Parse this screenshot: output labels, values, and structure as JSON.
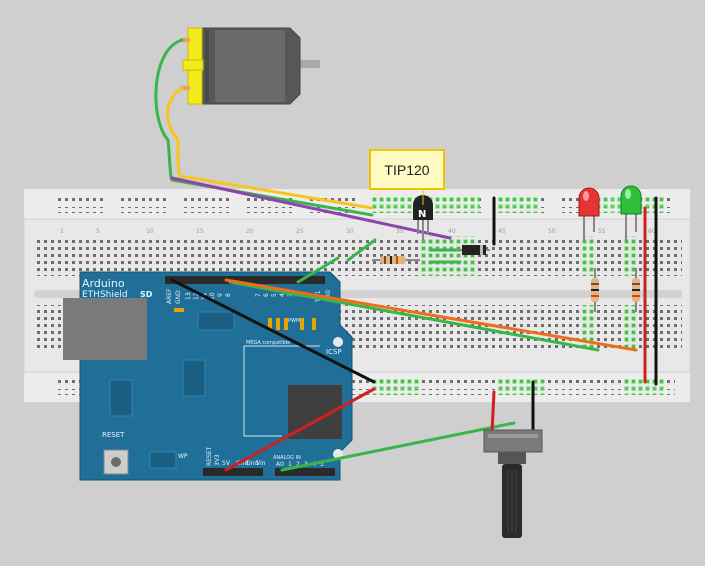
{
  "transistor_callout": "TIP120",
  "transistor_mark": "N",
  "arduino": {
    "brand": "Arduino",
    "model": "ETHShield",
    "sd": "SD",
    "mega": "MEGA compatible",
    "icsp": "ICSP",
    "reset": "RESET",
    "wp": "WP",
    "top_pins": [
      "AREF",
      "GND",
      "13",
      "12",
      "11",
      "10",
      "9",
      "8",
      "7",
      "6",
      "5",
      "4",
      "3",
      "2",
      "TX1",
      "RX0"
    ],
    "pwm": "PWM",
    "power_pins": [
      "RESET",
      "3V3",
      "5V",
      "Gnd",
      "Gnd",
      "Vin"
    ],
    "analog_label": "ANALOG IN",
    "analog_pins": [
      "A0",
      "1",
      "2",
      "3",
      "4",
      "5"
    ]
  },
  "breadboard": {
    "column_numbers": [
      "1",
      "5",
      "10",
      "15",
      "20",
      "25",
      "30",
      "35",
      "40",
      "45",
      "50",
      "55",
      "60"
    ]
  },
  "colors": {
    "board_blue": "#1f6f98",
    "wire_green": "#39b54a",
    "wire_yellow": "#f7c51c",
    "wire_purple": "#8e44ad",
    "wire_orange": "#ef6c1a",
    "wire_red": "#d11f1f",
    "wire_black": "#111111"
  }
}
